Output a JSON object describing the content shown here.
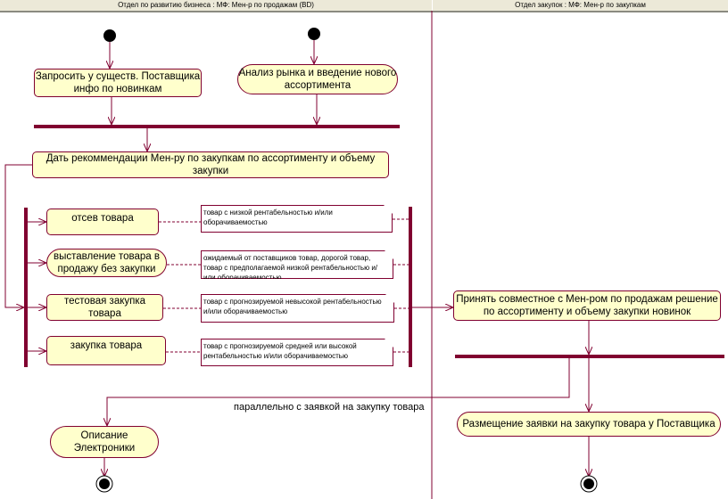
{
  "swimlanes": [
    {
      "title": "Отдел по развитию бизнеса : МФ: Мен-р по продажам (BD)"
    },
    {
      "title": "Отдел закупок : МФ: Мен-р по закупкам"
    }
  ],
  "activities": {
    "request_info": "Запросить у существ. Поставщика инфо по новинкам",
    "market_analysis": "Анализ рынка и введение нового ассортимента",
    "recommendations": "Дать рекоммендации Мен-ру по закупкам по ассортименту и объему закупки",
    "screening": "отсев товара",
    "display_no_purchase": "выставление товара в продажу без закупки",
    "test_purchase": "тестовая закупка товара",
    "purchase": "закупка товара",
    "joint_decision": "Принять совместное с Мен-ром по продажам решение по ассортименту и объему закупки новинок",
    "place_order": "Размещение заявки на закупку товара у Поставщика",
    "description": "Описание Электроники"
  },
  "notes": [
    "товар с низкой рентабельностью и/или оборачиваемостью",
    "ожидаемый от поставщиков товар, дорогой товар, товар с предполагаемой низкой рентабельностью и/или оборачиваемостью",
    "товар с прогнозируемой невысокой рентабельностью и/или оборачиваемостью",
    "товар с прогнозируемой средней или высокой рентабельностью и/или оборачиваемостью"
  ],
  "labels": {
    "parallel": "параллельно с заявкой на закупку товара"
  },
  "colors": {
    "line": "#800030",
    "fill": "#ffffcc",
    "header": "#ece9d8"
  }
}
